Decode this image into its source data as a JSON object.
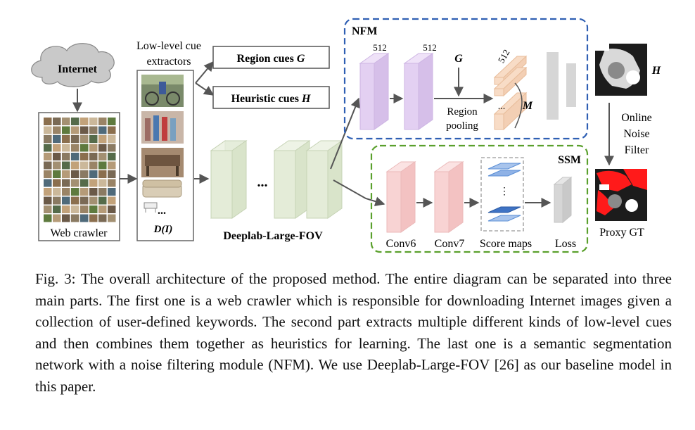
{
  "diagram": {
    "internet_label": "Internet",
    "web_crawler_label": "Web crawler",
    "low_level_title_line1": "Low-level cue",
    "low_level_title_line2": "extractors",
    "region_cues": "Region cues",
    "region_cues_var": "G",
    "heuristic_cues": "Heuristic cues",
    "heuristic_cues_var": "H",
    "ellipsis": "...",
    "d_of_i": "D(I)",
    "deeplab_label": "Deeplab-Large-FOV",
    "nfm_label": "NFM",
    "nfm_dim1": "512",
    "nfm_dim2": "512",
    "nfm_dim3": "512",
    "nfm_g": "G",
    "region_pooling_line1": "Region",
    "region_pooling_line2": "pooling",
    "nfm_m": "M",
    "ssm_label": "SSM",
    "conv6": "Conv6",
    "conv7": "Conv7",
    "score_maps": "Score maps",
    "loss": "Loss",
    "h_label": "H",
    "online_filter_line1": "Online",
    "online_filter_line2": "Noise",
    "online_filter_line3": "Filter",
    "proxy_gt": "Proxy GT",
    "colors": {
      "nfm_border": "#2f5fb3",
      "ssm_border": "#5aa02c",
      "nfm_cube": "#e3d0f2",
      "deeplab_cube": "#e4ecd8",
      "conv_cube": "#f8d3d3",
      "nfm_box": "#f8dcc6",
      "score_map": "#5b8fd6",
      "cloud": "#c9c9c9",
      "loss": "#d6d6d6"
    }
  },
  "caption": {
    "prefix": "Fig. 3:",
    "text": "The overall architecture of the proposed method. The entire diagram can be separated into three main parts. The first one is a web crawler which is responsible for downloading Internet images given a collection of user-defined keywords. The second part extracts multiple different kinds of low-level cues and then combines them together as heuristics for learning. The last one is a semantic segmentation network with a noise filtering module (NFM). We use Deeplab-Large-FOV [26] as our baseline model in this paper."
  }
}
